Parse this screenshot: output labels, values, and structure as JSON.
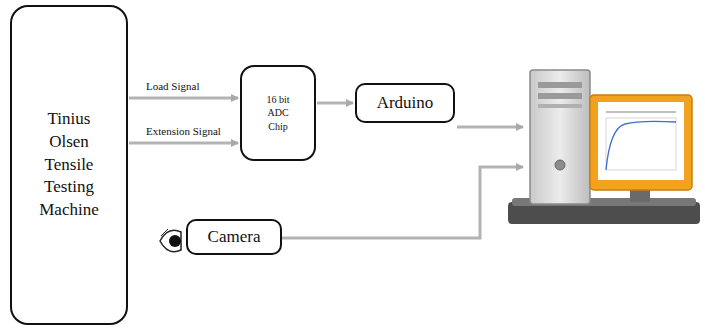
{
  "diagram": {
    "nodes": [
      {
        "text": [
          "Tinius Olsen Tensile Testing Machine"
        ]
      },
      {
        "text": [
          "16 bit ADC Chip"
        ]
      },
      {
        "text": [
          "Arduino"
        ]
      },
      {
        "text": [
          "Camera"
        ]
      }
    ],
    "edges": [
      {
        "from": 0,
        "to": 1,
        "label": "Load Signal",
        "arrow": "to"
      },
      {
        "from": 0,
        "to": 1,
        "label": "Extension Signal",
        "arrow": "to"
      },
      {
        "from": 1,
        "to": 2,
        "arrow": "to"
      }
    ]
  }
}
